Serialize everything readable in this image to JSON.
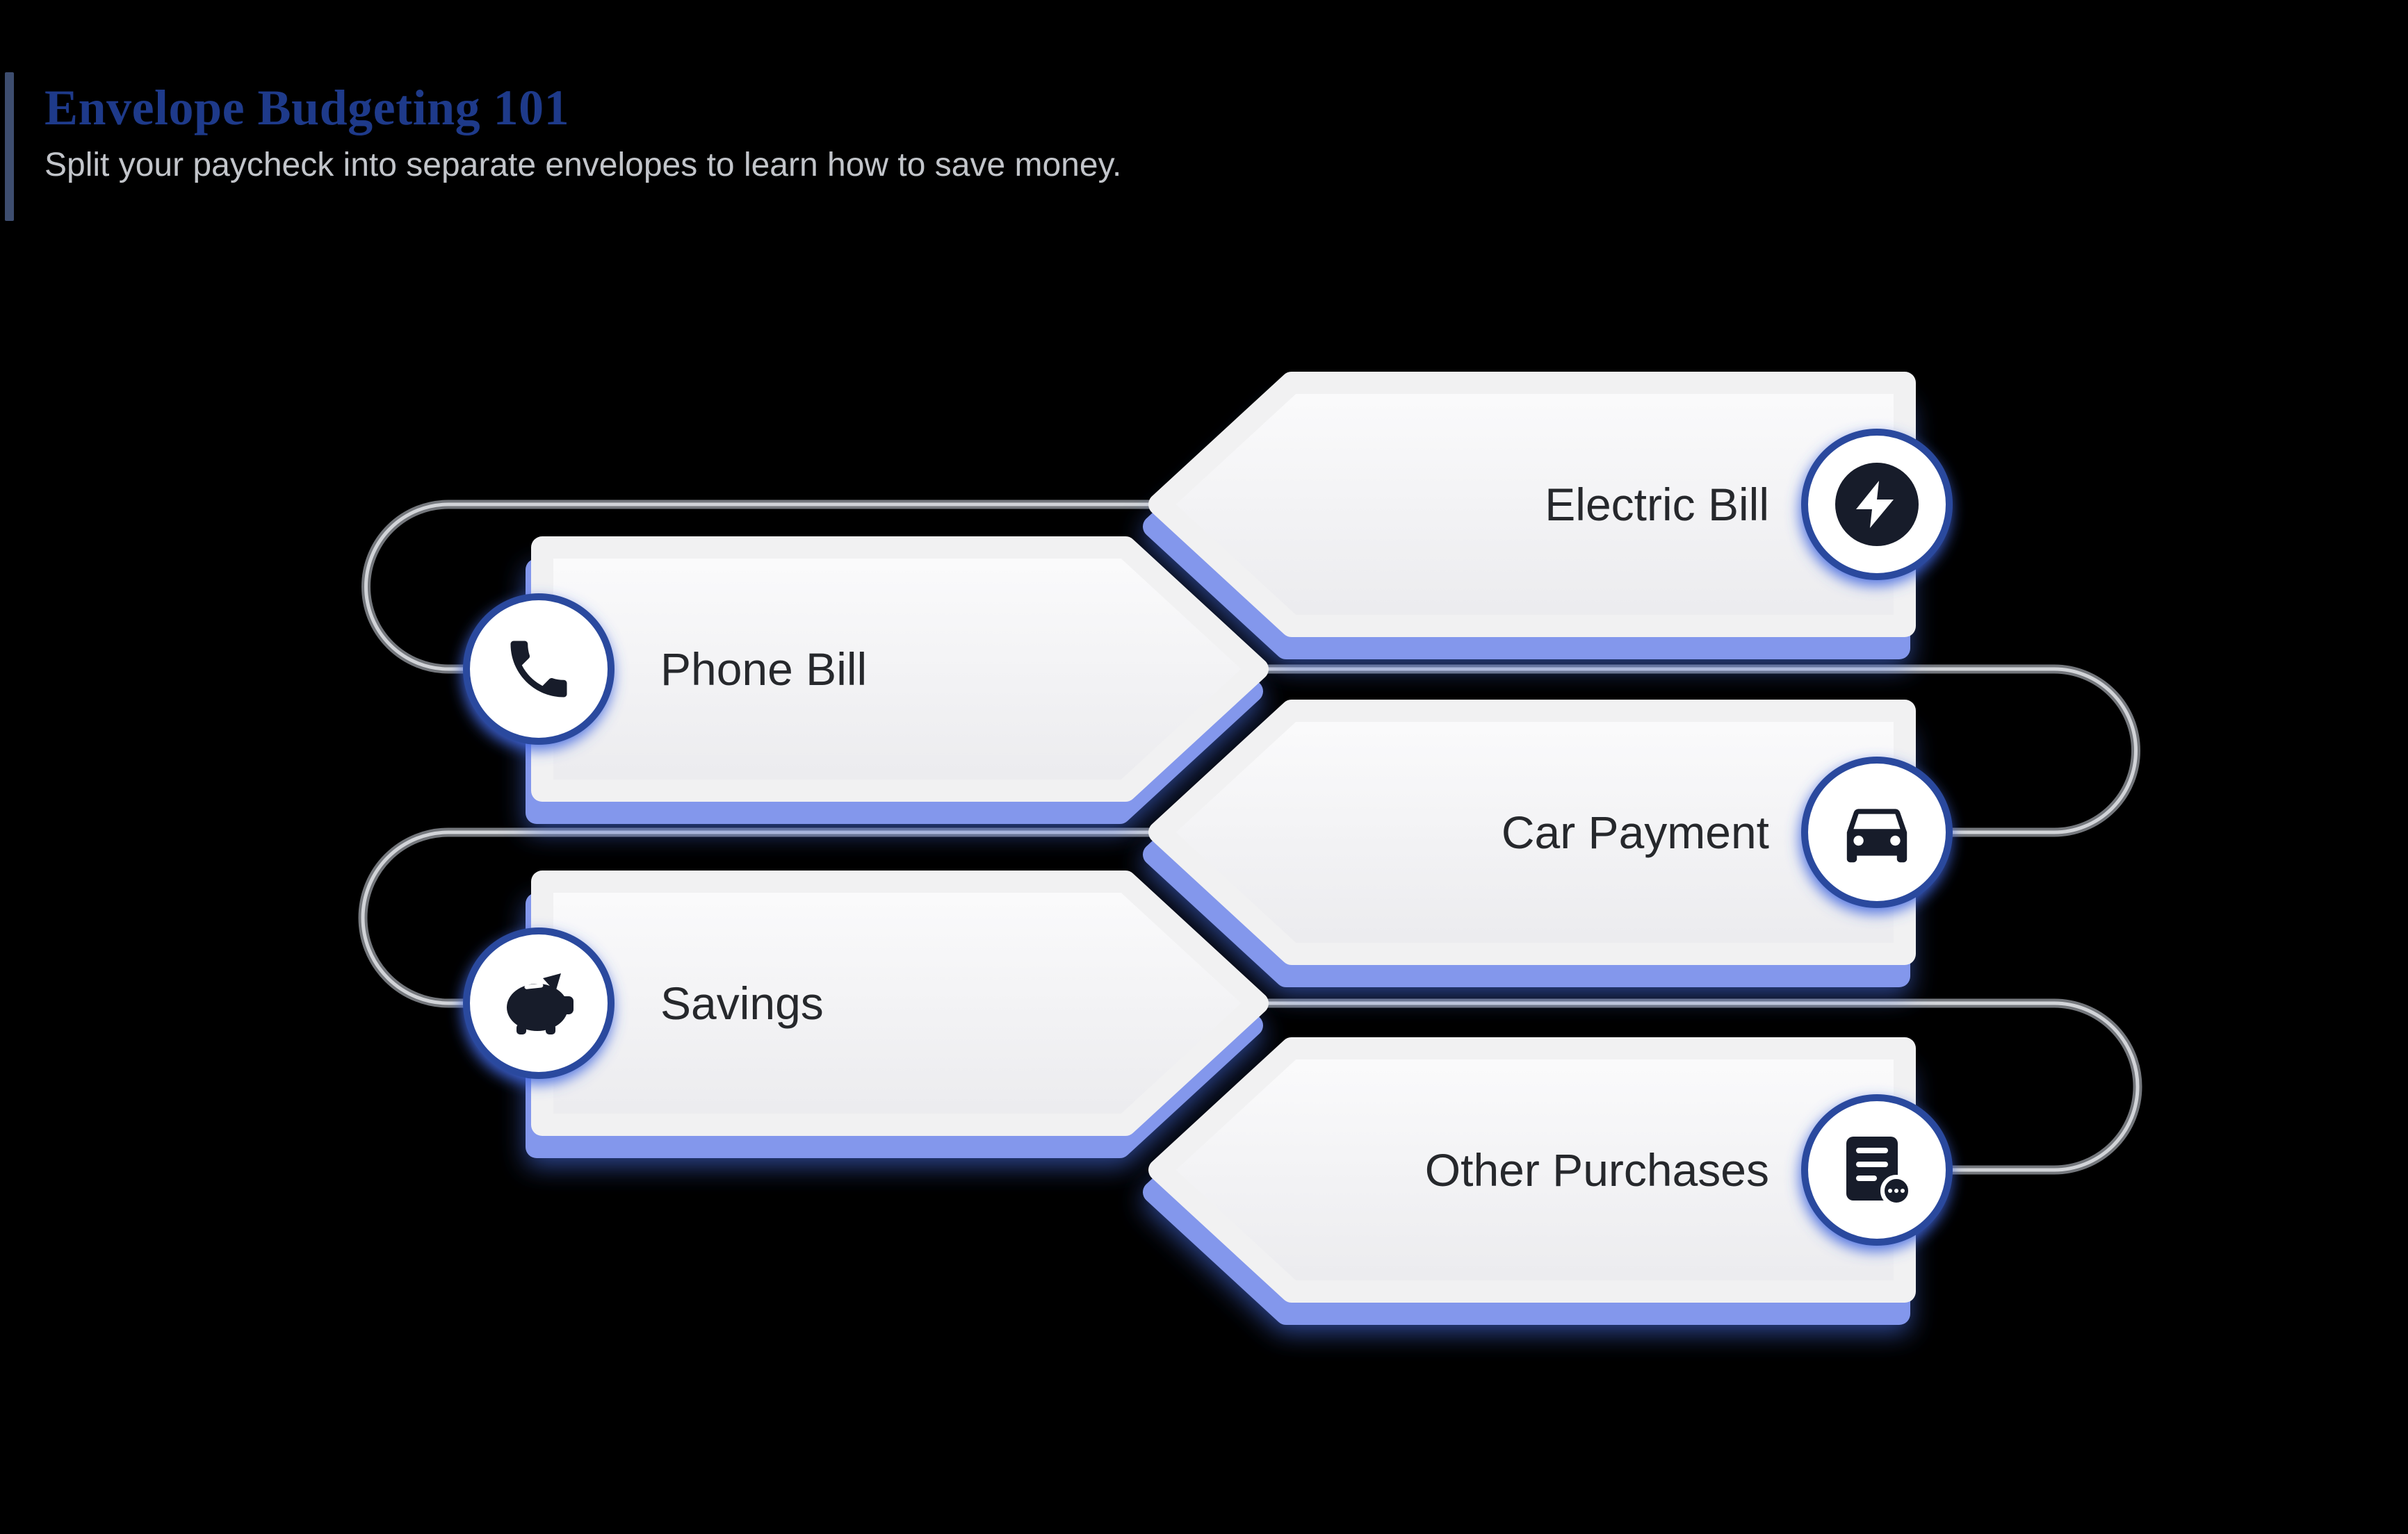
{
  "header": {
    "title": "Envelope Budgeting 101",
    "subtitle": "Split your paycheck into separate envelopes to learn how to save money."
  },
  "colors": {
    "background": "#000000",
    "title": "#1e3a8a",
    "subtitle": "#c2c5ca",
    "accent_bar": "#3d4d6f",
    "card_fill": "#f3f3f4",
    "card_shadow": "#8397ec",
    "circle_border": "#2b4a9e",
    "icon": "#171c2a",
    "connector": "#74777c"
  },
  "envelopes": [
    {
      "label": "Electric Bill",
      "icon": "lightning-bolt-icon",
      "side": "right"
    },
    {
      "label": "Phone Bill",
      "icon": "phone-icon",
      "side": "left"
    },
    {
      "label": "Car Payment",
      "icon": "car-icon",
      "side": "right"
    },
    {
      "label": "Savings",
      "icon": "piggy-bank-icon",
      "side": "left"
    },
    {
      "label": "Other Purchases",
      "icon": "receipt-icon",
      "side": "right"
    }
  ]
}
